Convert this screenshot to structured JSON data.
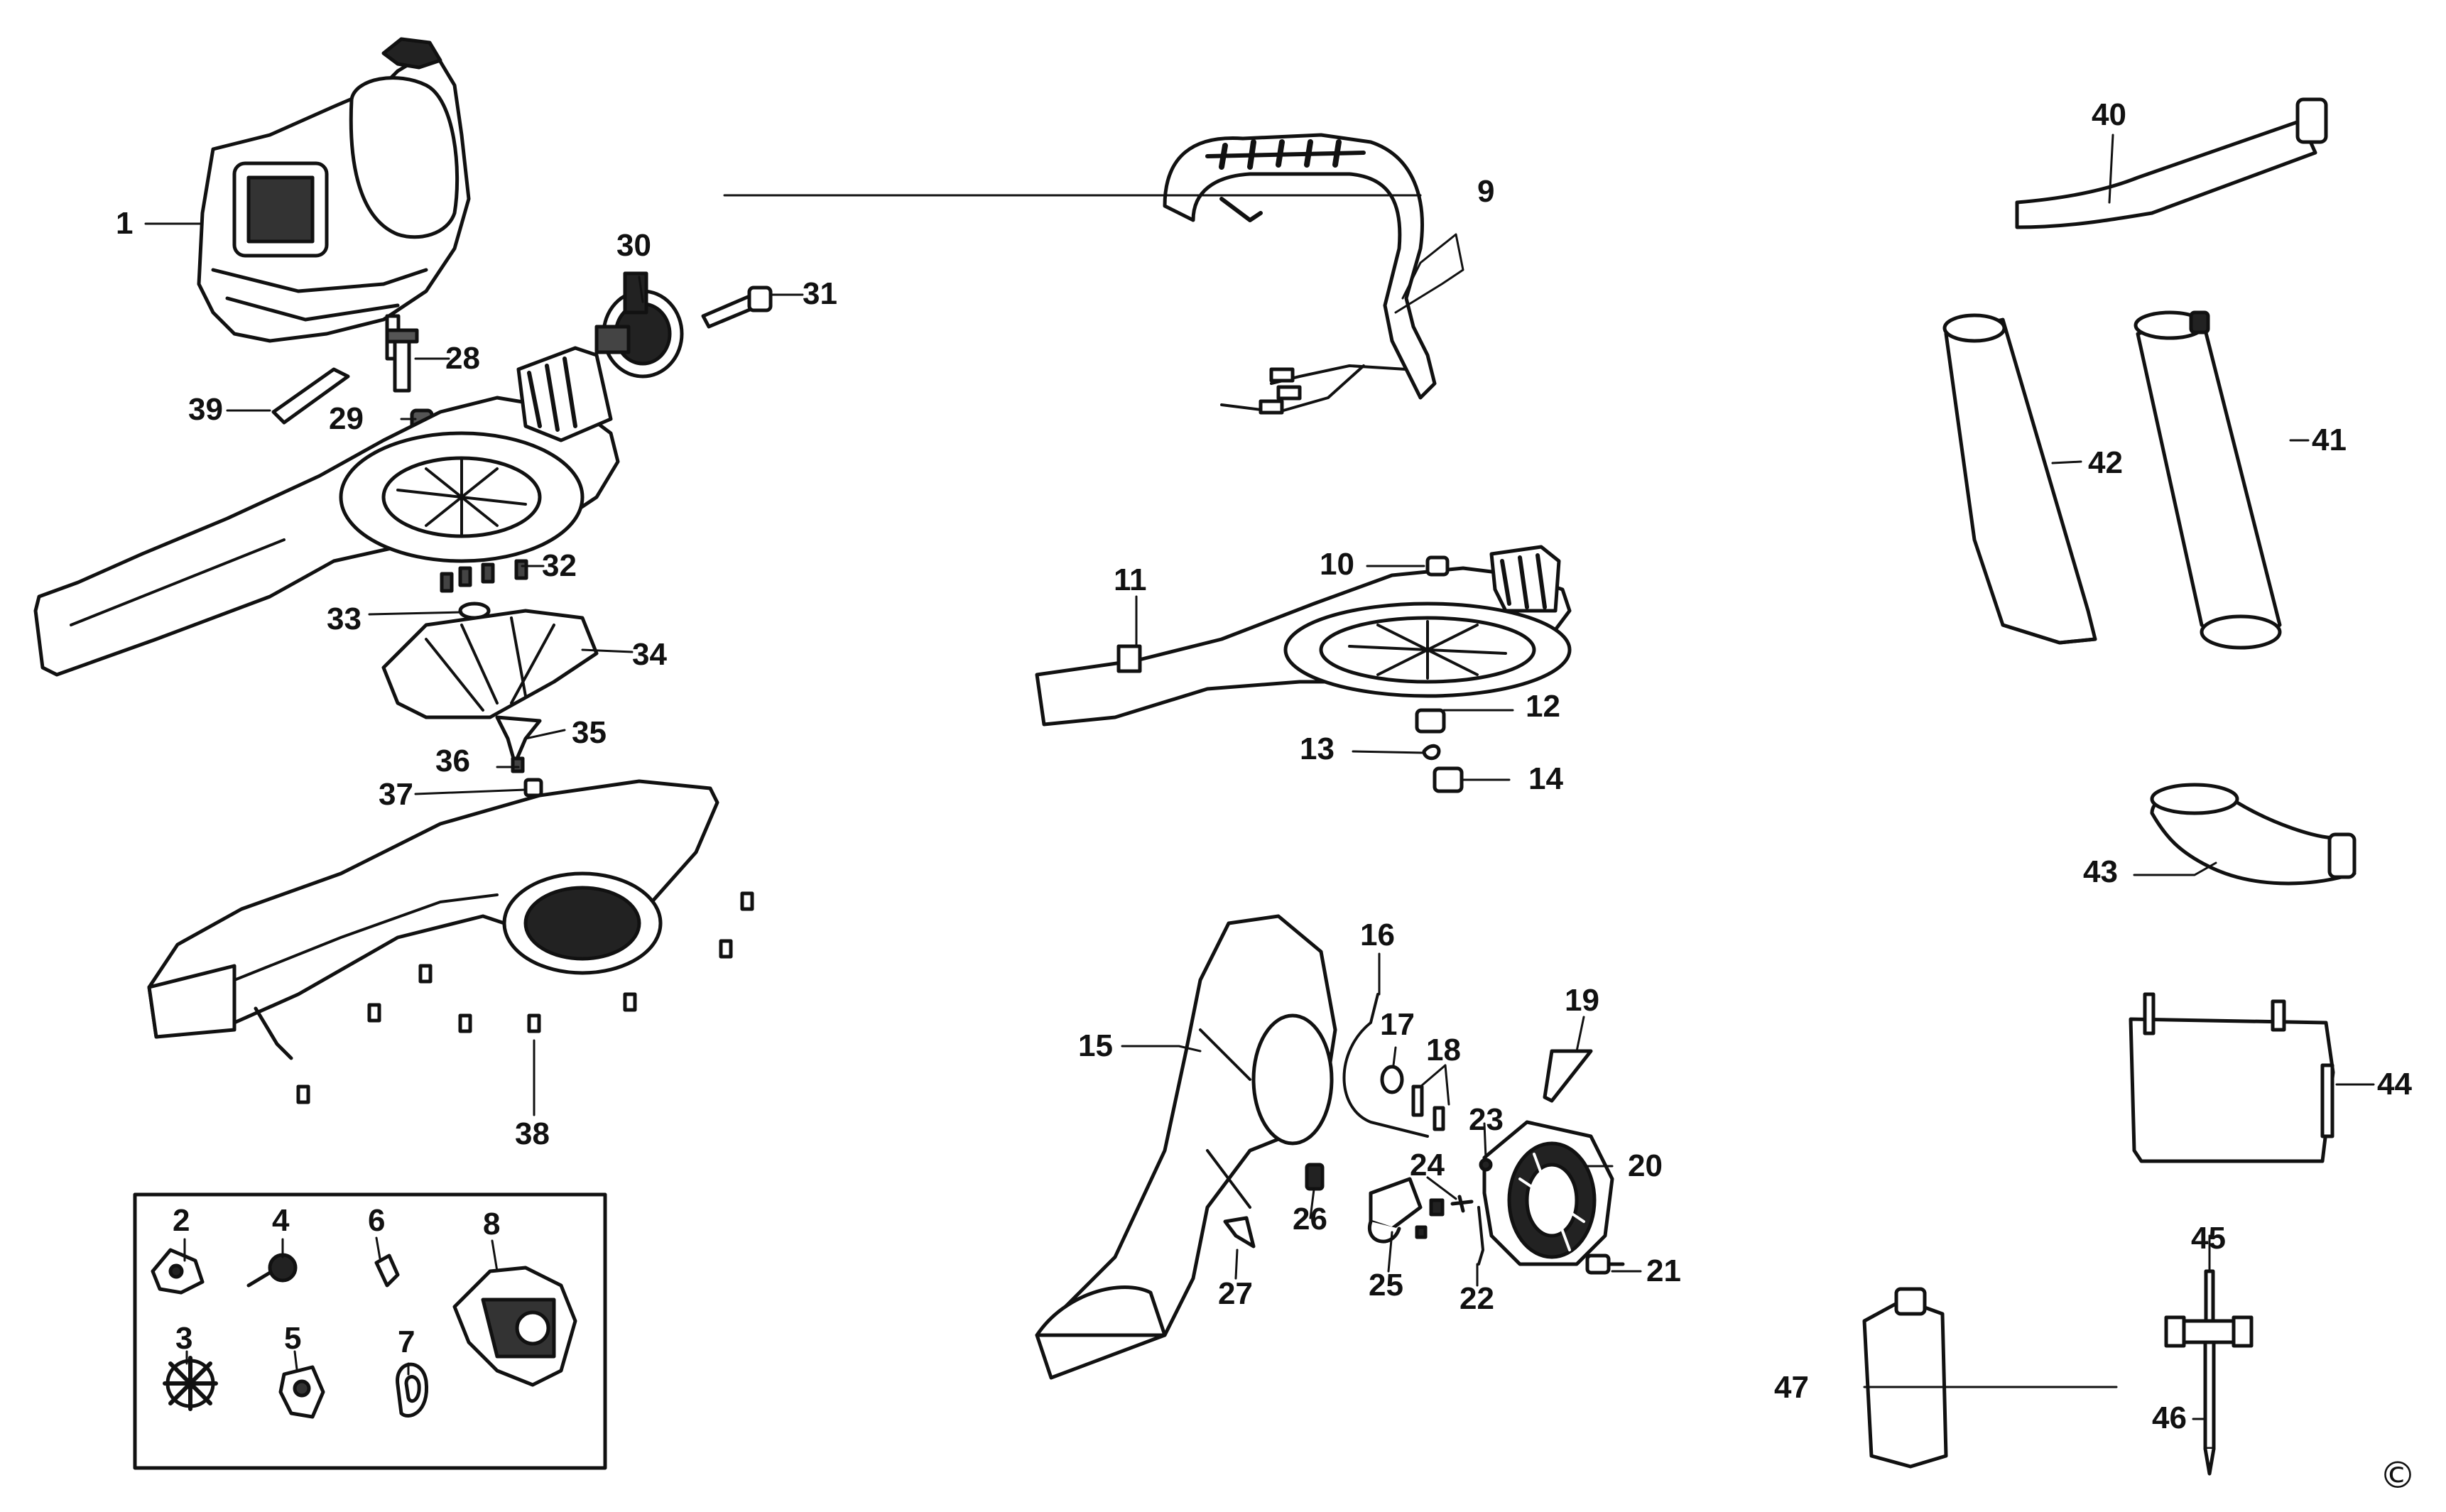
{
  "diagram": {
    "kit_parts": [
      "2",
      "3",
      "4",
      "5",
      "6",
      "7",
      "8"
    ],
    "callouts": [
      "1",
      "2",
      "3",
      "4",
      "5",
      "6",
      "7",
      "8",
      "9",
      "10",
      "11",
      "12",
      "13",
      "14",
      "15",
      "16",
      "17",
      "18",
      "19",
      "20",
      "21",
      "22",
      "23",
      "24",
      "25",
      "26",
      "27",
      "28",
      "29",
      "30",
      "31",
      "32",
      "33",
      "34",
      "35",
      "36",
      "37",
      "38",
      "39",
      "40",
      "41",
      "42",
      "43",
      "44",
      "45",
      "46",
      "47"
    ],
    "copyright_symbol": "©"
  }
}
